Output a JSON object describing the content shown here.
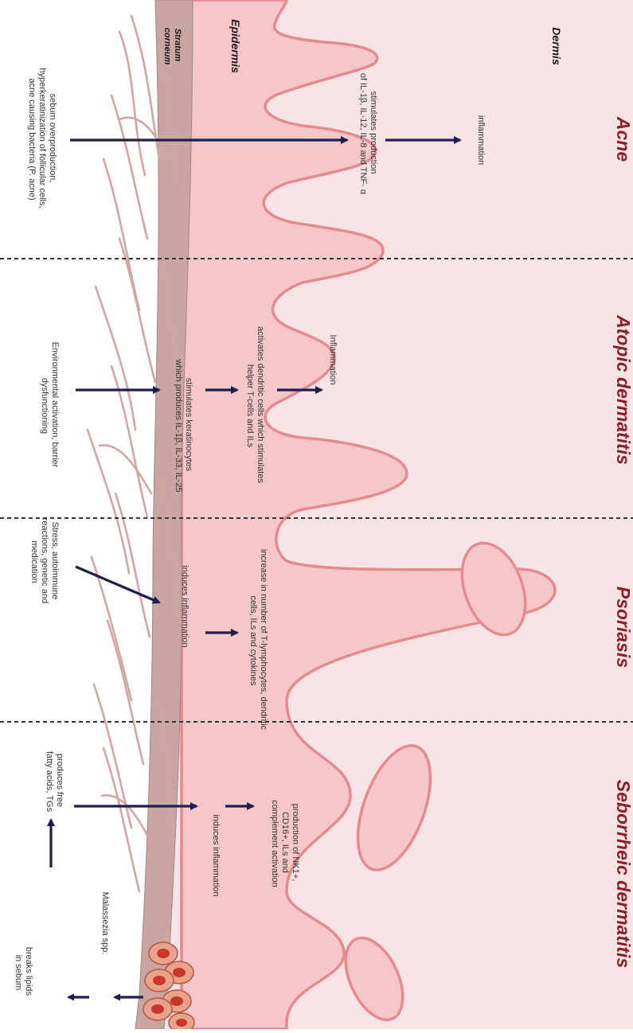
{
  "layers": {
    "stratum_corneum": [
      "Stratum",
      "corneum"
    ],
    "epidermis": "Epidermis",
    "dermis": "Dermis"
  },
  "sections": [
    {
      "condition": "Acne",
      "trigger": [
        "sebum overproduction,",
        "hyperkeratinization of follicular cells,",
        "acne causing bacteria (P. acne)"
      ],
      "mechanism": [
        "stimulates production",
        "of IL-1β, IL-12, IL-8 and TNF- α"
      ],
      "outcome": "inflammation"
    },
    {
      "condition": "Atopic dermatitis",
      "trigger": [
        "Environmental activation, barrier",
        "dysfunctioning"
      ],
      "mechanism": [
        "stimulates keratinocytes",
        "which produces IL-1β, IL-33, IL-25"
      ],
      "step2": [
        "activates dendritic cells which stimulates",
        "helper T-cells and ILs"
      ],
      "outcome": "Inflammation"
    },
    {
      "condition": "Psoriasis",
      "trigger": [
        "Stress, autoimmune",
        "reactions, genetic and",
        "medication"
      ],
      "mechanism": "induces inflammation",
      "outcome": [
        "increase in number of T-lymphocytes, dendritic",
        "cells, ILs and cytokines"
      ]
    },
    {
      "condition": "Seborrheic dermatitis",
      "trigger": [
        "produces free",
        "fatty acids, TGs"
      ],
      "mechanism": "induces inflammation",
      "outcome": [
        "production of NK1+,",
        "CD16+, ILs and",
        "complement activation"
      ],
      "organism": "Malassezia spp.",
      "action": [
        "breaks lipids",
        "in sebum"
      ]
    }
  ],
  "colors": {
    "dermis": "#f8e4e4",
    "epidermis": "#f5c7c8",
    "ridge_outline": "#e58a8f",
    "stratum_corneum": "#c9a6a2",
    "arrow": "#1f1d4b",
    "condition_text": "#8a1f26"
  }
}
